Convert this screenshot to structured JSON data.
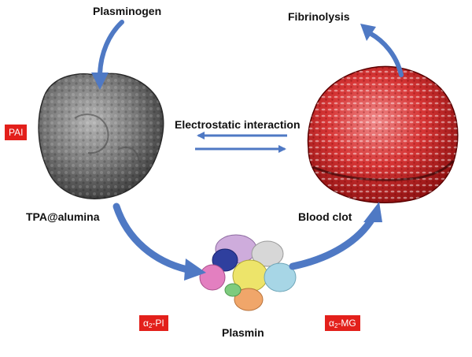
{
  "labels": {
    "plasminogen": "Plasminogen",
    "fibrinolysis": "Fibrinolysis",
    "electrostatic": "Electrostatic interaction",
    "tpa_alumina": "TPA@alumina",
    "blood_clot": "Blood clot",
    "plasmin": "Plasmin"
  },
  "badges": {
    "pai": "PAI",
    "a2pi": {
      "alpha": "α",
      "sub": "2",
      "rest": "-PI"
    },
    "a2mg": {
      "alpha": "α",
      "sub": "2",
      "rest": "-MG"
    }
  },
  "colors": {
    "arrow_blue": "#4f79c4",
    "badge_red": "#e3201b",
    "clot_red": "#cc2a2a",
    "particle_gray": "#6b6b6b"
  }
}
